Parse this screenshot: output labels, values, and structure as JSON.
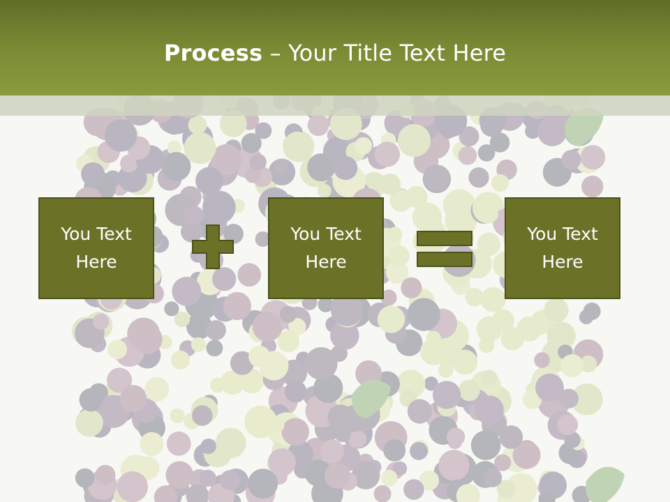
{
  "slide": {
    "title_bold": "Process",
    "title_rest": " – Your Title Text Here"
  },
  "process": {
    "boxes": [
      {
        "text": "You Text Here"
      },
      {
        "text": "You Text Here"
      },
      {
        "text": "You Text Here"
      }
    ],
    "operators": [
      "plus-icon",
      "equals-icon"
    ]
  },
  "colors": {
    "title_bar": "#7c8c35",
    "box_fill": "#6b7228",
    "box_border": "#4b511a",
    "operator_fill": "#6b7228"
  }
}
